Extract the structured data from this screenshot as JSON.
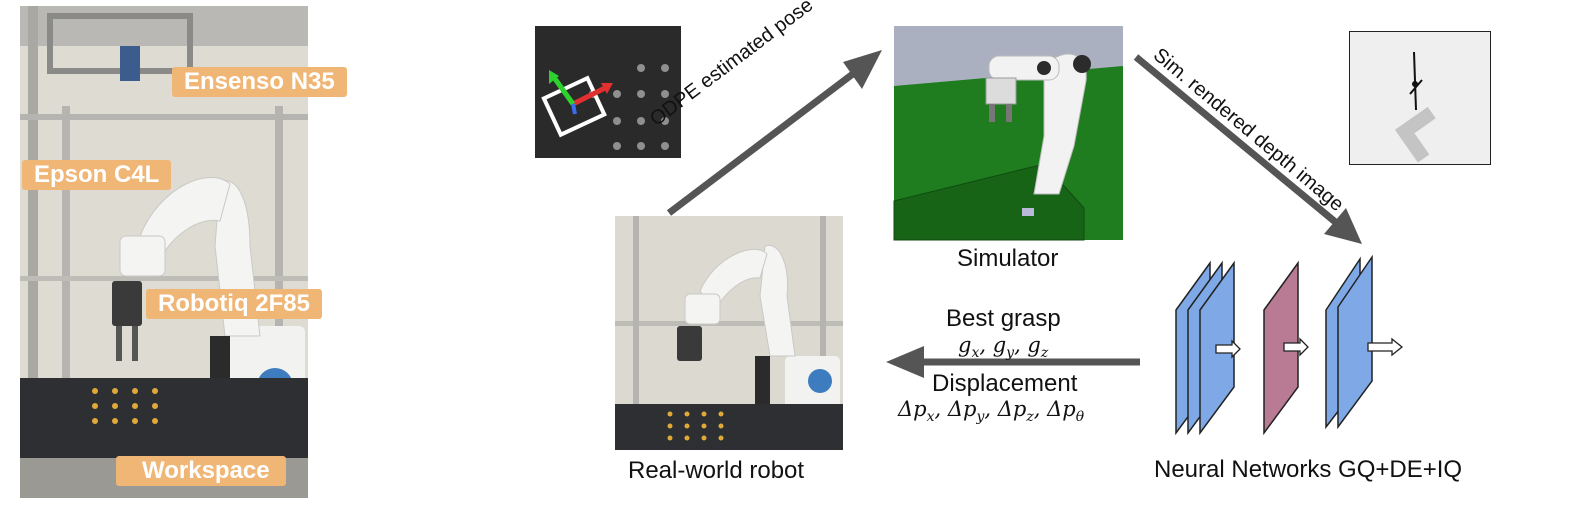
{
  "photo_labels": {
    "camera": "Ensenso N35",
    "arm": "Epson C4L",
    "gripper": "Robotiq 2F85",
    "workspace": "Workspace"
  },
  "captions": {
    "simulator": "Simulator",
    "real_world_robot": "Real-world robot",
    "neural_networks": "Neural Networks GQ+DE+IQ"
  },
  "arrows": {
    "odpe": "ODPE estimated pose",
    "depth": "Sim. rendered depth image",
    "best_grasp": "Best grasp",
    "grasp_vars": "g_x, g_y, g_z",
    "displacement": "Displacement",
    "displacement_vars": "Δp_x, Δp_y, Δp_z, Δp_θ"
  },
  "colors": {
    "label_bg": "#f0b676",
    "arrow": "#555555",
    "nn_blue": "#7fa8e6",
    "nn_pink": "#b97a93",
    "sim_green": "#1f7d1f"
  }
}
